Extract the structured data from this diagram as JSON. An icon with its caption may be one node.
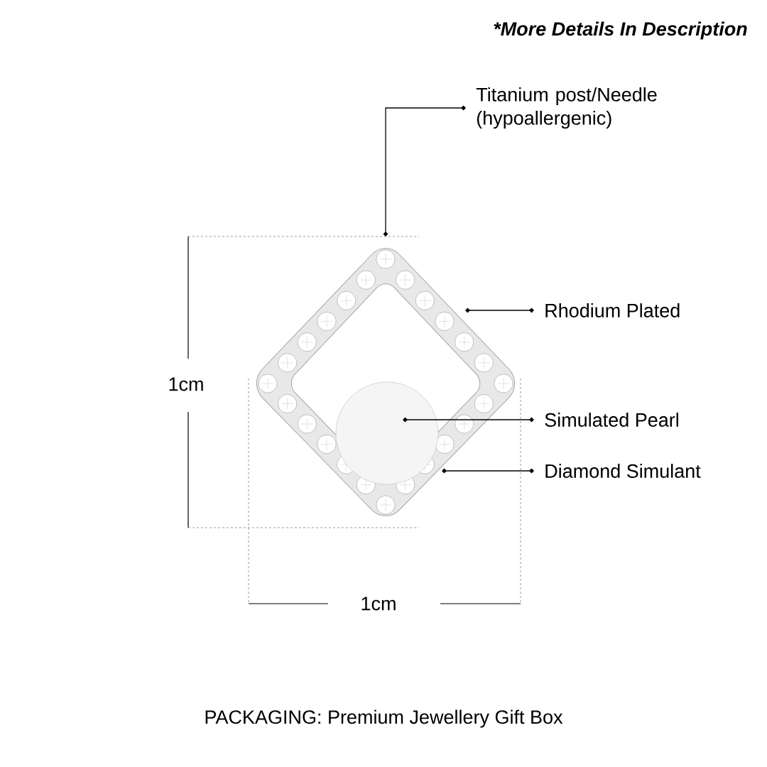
{
  "diagram": {
    "caption": "PACKAGING: Premium Jewellery Gift Box",
    "nodes": [
      {
        "text": [
          "Titanium post/Needle (hypoallergenic)"
        ]
      },
      {
        "text": [
          "Rhodium Plated"
        ]
      },
      {
        "text": [
          "Simulated Pearl"
        ]
      },
      {
        "text": [
          "Diamond Simulant"
        ]
      }
    ],
    "edges": [
      {
        "from": 0,
        "to": null,
        "arrow": "other"
      },
      {
        "from": 1,
        "to": null,
        "arrow": "other"
      },
      {
        "from": 2,
        "to": null,
        "arrow": "other"
      },
      {
        "from": 3,
        "to": null,
        "arrow": "other"
      }
    ],
    "labels": [
      "*More Details In Description",
      "1cm",
      "1cm"
    ]
  }
}
